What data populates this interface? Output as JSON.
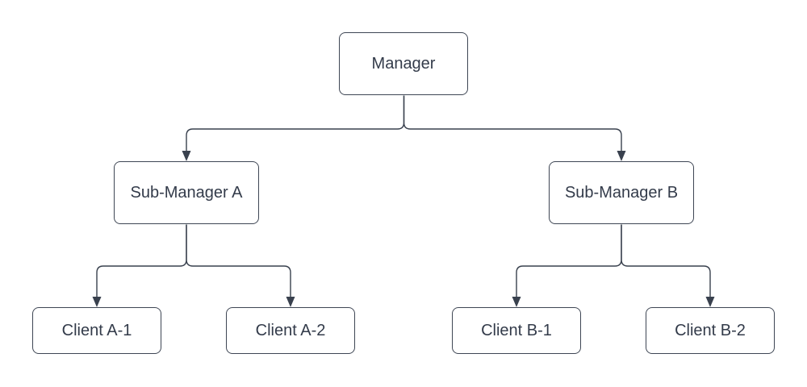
{
  "diagram": {
    "type": "org-chart",
    "colors": {
      "background": "#ffffff",
      "node_fill": "#ffffff",
      "node_border": "#3e4654",
      "connector_stroke": "#39414e",
      "arrowhead_fill": "#39414e",
      "label_text": "#333b4a"
    },
    "nodes": [
      {
        "id": "manager",
        "label": "Manager"
      },
      {
        "id": "sub-a",
        "label": "Sub-Manager A"
      },
      {
        "id": "sub-b",
        "label": "Sub-Manager B"
      },
      {
        "id": "client-a1",
        "label": "Client A-1"
      },
      {
        "id": "client-a2",
        "label": "Client A-2"
      },
      {
        "id": "client-b1",
        "label": "Client B-1"
      },
      {
        "id": "client-b2",
        "label": "Client B-2"
      }
    ],
    "edges": [
      {
        "from": "Manager",
        "to": "Sub-Manager A",
        "arrow": "target"
      },
      {
        "from": "Manager",
        "to": "Sub-Manager B",
        "arrow": "target"
      },
      {
        "from": "Sub-Manager A",
        "to": "Client A-1",
        "arrow": "target"
      },
      {
        "from": "Sub-Manager A",
        "to": "Client A-2",
        "arrow": "target"
      },
      {
        "from": "Sub-Manager B",
        "to": "Client B-1",
        "arrow": "target"
      },
      {
        "from": "Sub-Manager B",
        "to": "Client B-2",
        "arrow": "target"
      }
    ]
  }
}
